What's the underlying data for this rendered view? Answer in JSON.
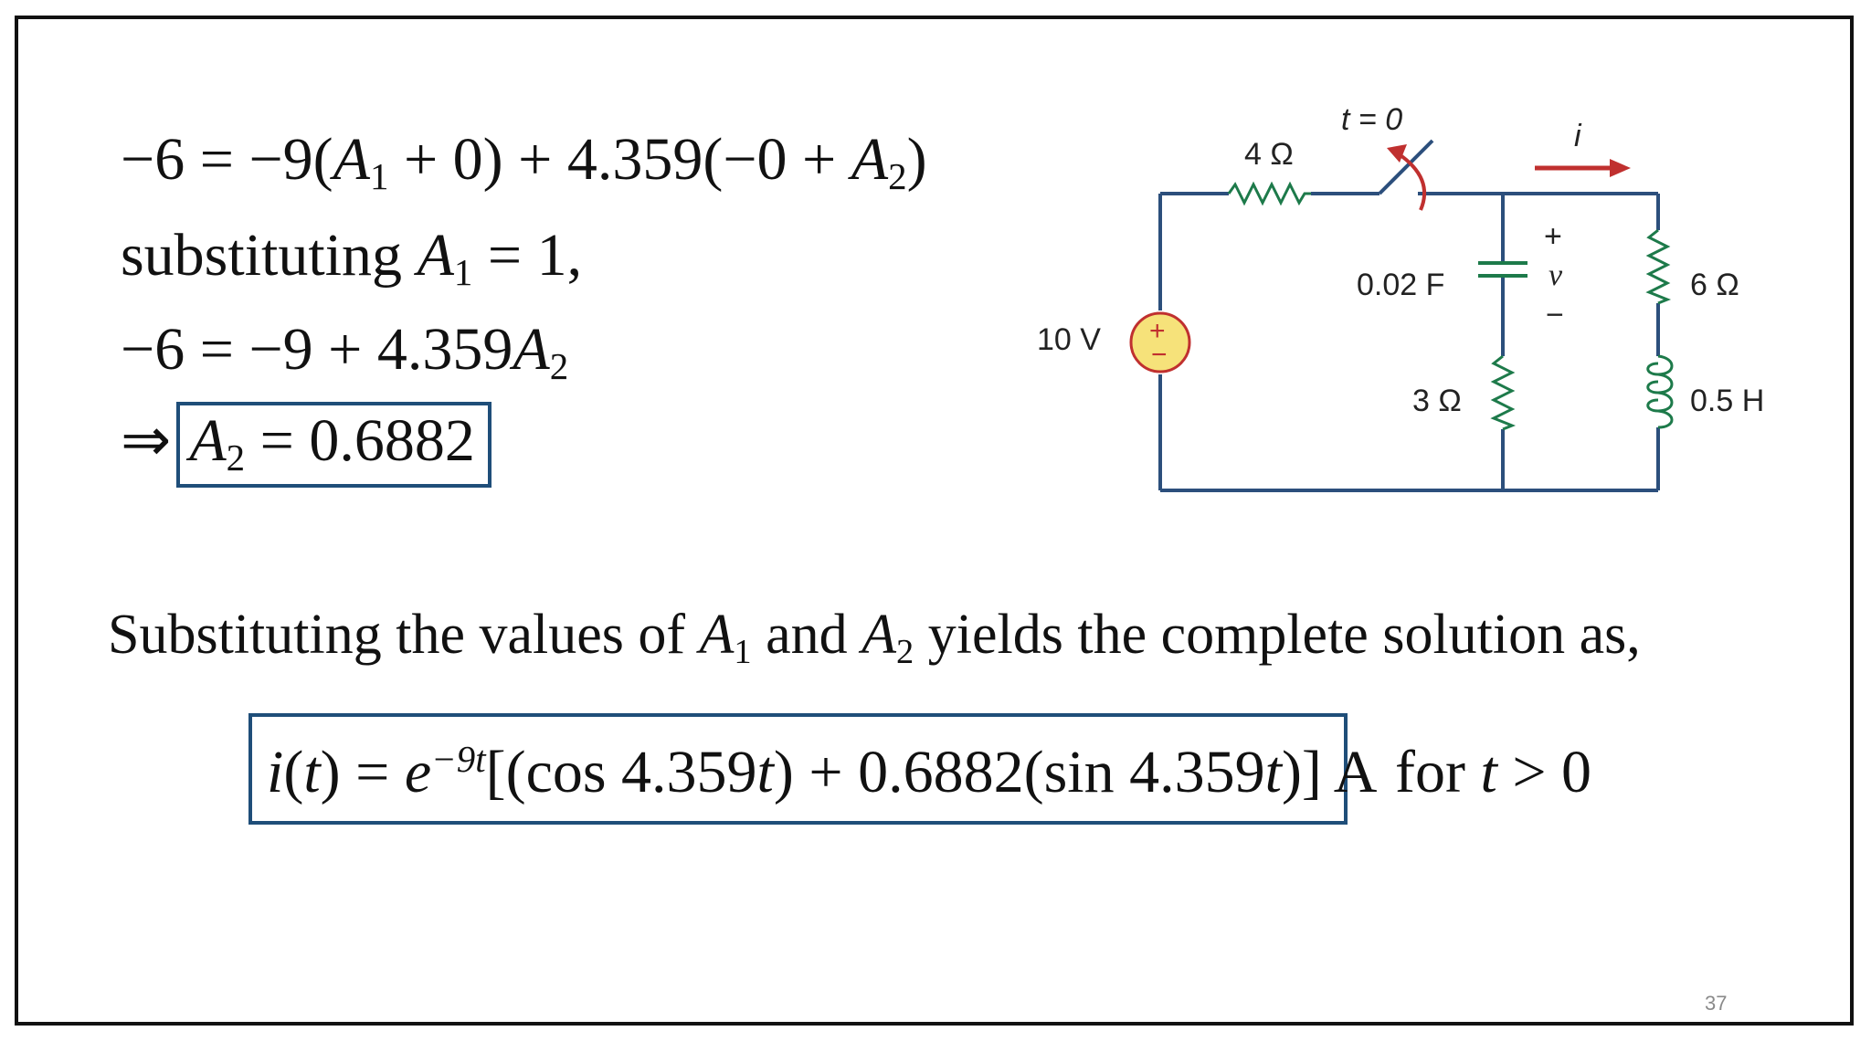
{
  "equations": {
    "eq1": {
      "lead": "−6 = −9(",
      "a1": "A",
      "a1_sub": "1",
      "mid": " + 0) + 4.359(−0 + ",
      "a2": "A",
      "a2_sub": "2",
      "tail": ")"
    },
    "eq2": {
      "text": "substituting ",
      "var": "A",
      "var_sub": "1",
      "tail": " = 1,"
    },
    "eq3": {
      "lead": "−6 = −9 + 4.359",
      "var": "A",
      "var_sub": "2"
    },
    "eq4": {
      "arrow": "⇒",
      "var": "A",
      "var_sub": "2",
      "tail": " = 0.6882"
    }
  },
  "sentence": {
    "part1": "Substituting the values of ",
    "a1": "A",
    "a1_sub": "1",
    "part2": " and ",
    "a2": "A",
    "a2_sub": "2",
    "part3": " yields the complete solution as,"
  },
  "solution": {
    "i": "i",
    "paren_t_open": "(",
    "t": "t",
    "paren_t_close": ") = ",
    "e": "e",
    "exp": "−9t",
    "body1": "[(cos 4.359",
    "t2": "t",
    "body2": ") + 0.6882(sin 4.359",
    "t3": "t",
    "body3": ")] A",
    "condition_pre": "for ",
    "condition_t": "t",
    "condition_post": " > 0"
  },
  "circuit": {
    "r1": "4 Ω",
    "switch": "t = 0",
    "current": "i",
    "source": "10 V",
    "source_plus": "+",
    "source_minus": "−",
    "cap": "0.02 F",
    "cap_v_plus": "+",
    "cap_v": "v",
    "cap_v_minus": "−",
    "r2": "3 Ω",
    "r3": "6 Ω",
    "inductor": "0.5 H"
  },
  "colors": {
    "box_border": "#1f4e79",
    "wire": "#2c4f7c",
    "resistor": "#1d7a4a",
    "arrow": "#c0302f",
    "source_fill": "#f6e27a"
  },
  "page_number": "37"
}
